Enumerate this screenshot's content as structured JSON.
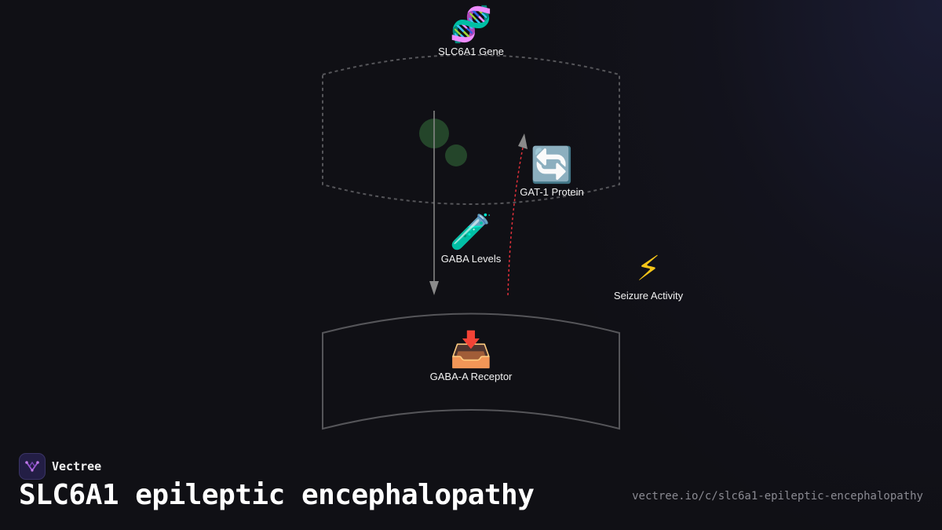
{
  "diagram": {
    "nodes": [
      {
        "id": "gene",
        "icon": "dna-icon",
        "glyph": "🧬",
        "label": "SLC6A1 Gene"
      },
      {
        "id": "protein",
        "icon": "repeat-arrows-icon",
        "glyph": "🔄",
        "label": "GAT-1 Protein"
      },
      {
        "id": "gaba",
        "icon": "test-tube-icon",
        "glyph": "🧪",
        "label": "GABA Levels"
      },
      {
        "id": "seizure",
        "icon": "lightning-icon",
        "glyph": "⚡",
        "label": "Seizure Activity"
      },
      {
        "id": "receptor",
        "icon": "inbox-tray-icon",
        "glyph": "📥",
        "label": "GABA-A Receptor"
      }
    ],
    "colors": {
      "membrane": "#555559",
      "arrow": "#8a8a8a",
      "inhibit_arrow": "#e0303a",
      "vesicle": "#24452a"
    }
  },
  "brand": {
    "name": "Vectree",
    "logo_icon": "vectree-logo-icon"
  },
  "footer": {
    "title": "SLC6A1 epileptic encephalopathy",
    "url": "vectree.io/c/slc6a1-epileptic-encephalopathy"
  }
}
